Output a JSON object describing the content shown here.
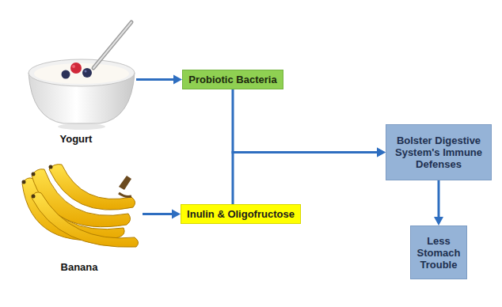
{
  "diagram": {
    "nodes": [
      {
        "text": [
          "Yogurt"
        ]
      },
      {
        "text": [
          "Probiotic Bacteria"
        ]
      },
      {
        "text": [
          "Banana"
        ]
      },
      {
        "text": [
          "Inulin & Oligofructose"
        ]
      },
      {
        "text": [
          "Bolster Digestive System's Immune Defenses"
        ]
      },
      {
        "text": [
          "Less Stomach Trouble"
        ]
      }
    ],
    "edges": [
      {
        "from": 0,
        "to": 1,
        "arrow": "to"
      },
      {
        "from": 2,
        "to": 3,
        "arrow": "to"
      },
      {
        "from": 1,
        "to": 4,
        "arrow": "to"
      },
      {
        "from": 3,
        "to": 4,
        "arrow": "to"
      },
      {
        "from": 4,
        "to": 5,
        "arrow": "to"
      }
    ]
  }
}
